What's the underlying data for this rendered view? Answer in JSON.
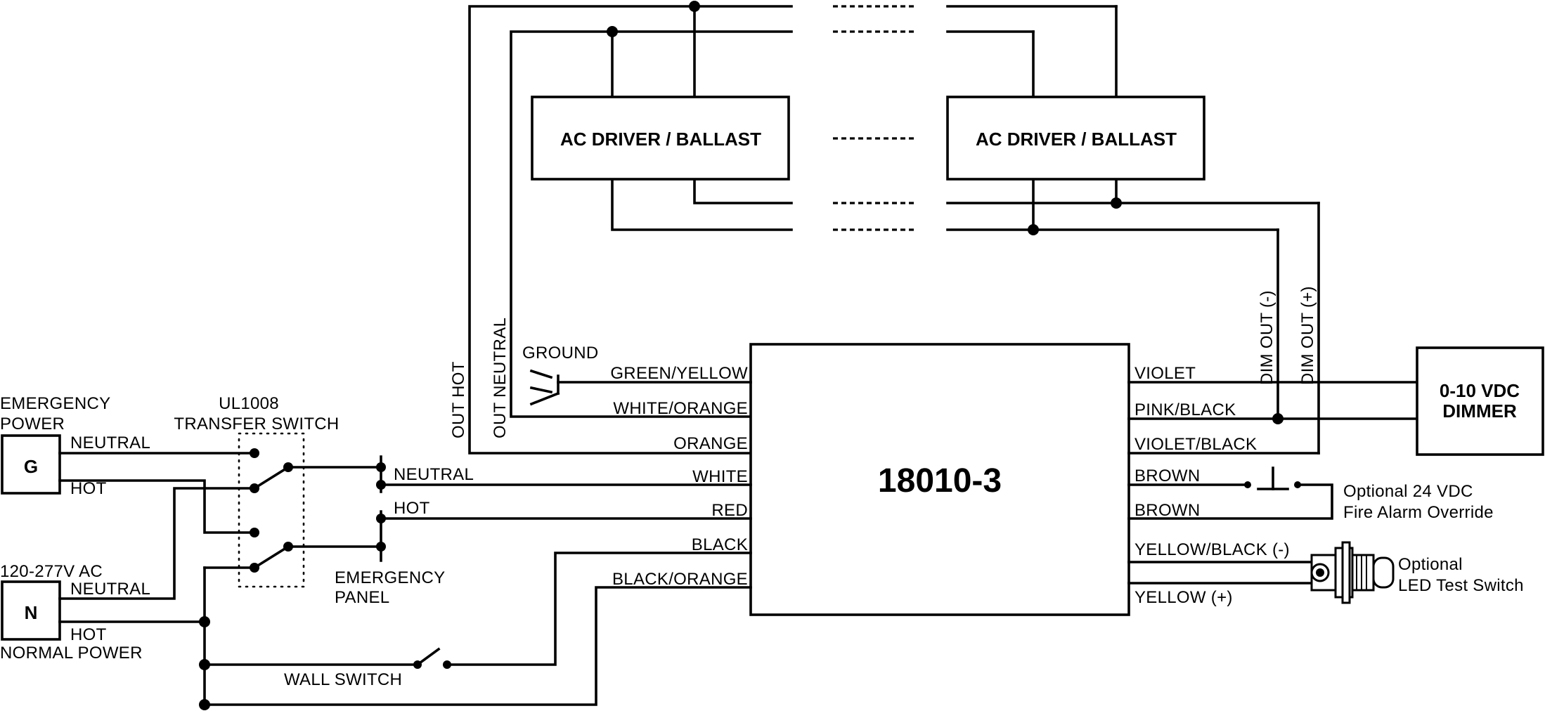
{
  "title": "18010-3",
  "drivers": {
    "left_label": "AC DRIVER / BALLAST",
    "right_label": "AC DRIVER / BALLAST"
  },
  "dimmer": {
    "line1": "0-10 VDC",
    "line2": "DIMMER"
  },
  "sources": {
    "emergency": {
      "symbol": "G",
      "label_line1": "EMERGENCY",
      "label_line2": "POWER",
      "neutral": "NEUTRAL",
      "hot": "HOT"
    },
    "normal": {
      "symbol": "N",
      "voltage": "120-277V AC",
      "neutral": "NEUTRAL",
      "hot": "HOT",
      "label": "NORMAL POWER"
    }
  },
  "transfer_switch": {
    "line1": "UL1008",
    "line2": "TRANSFER SWITCH"
  },
  "emergency_panel": {
    "line1": "EMERGENCY",
    "line2": "PANEL",
    "neutral": "NEUTRAL",
    "hot": "HOT"
  },
  "wall_switch": "WALL SWITCH",
  "ground": "GROUND",
  "out_hot": "OUT HOT",
  "out_neutral": "OUT NEUTRAL",
  "dim_out_neg": "DIM OUT (-)",
  "dim_out_pos": "DIM OUT (+)",
  "left_wires": [
    "GREEN/YELLOW",
    "WHITE/ORANGE",
    "ORANGE",
    "WHITE",
    "RED",
    "BLACK",
    "BLACK/ORANGE"
  ],
  "right_wires": [
    "VIOLET",
    "PINK/BLACK",
    "VIOLET/BLACK",
    "BROWN",
    "BROWN",
    "YELLOW/BLACK (-)",
    "YELLOW (+)"
  ],
  "fire_alarm": {
    "line1": "Optional 24 VDC",
    "line2": "Fire Alarm Override"
  },
  "test_switch": {
    "line1": "Optional",
    "line2": "LED Test Switch"
  }
}
